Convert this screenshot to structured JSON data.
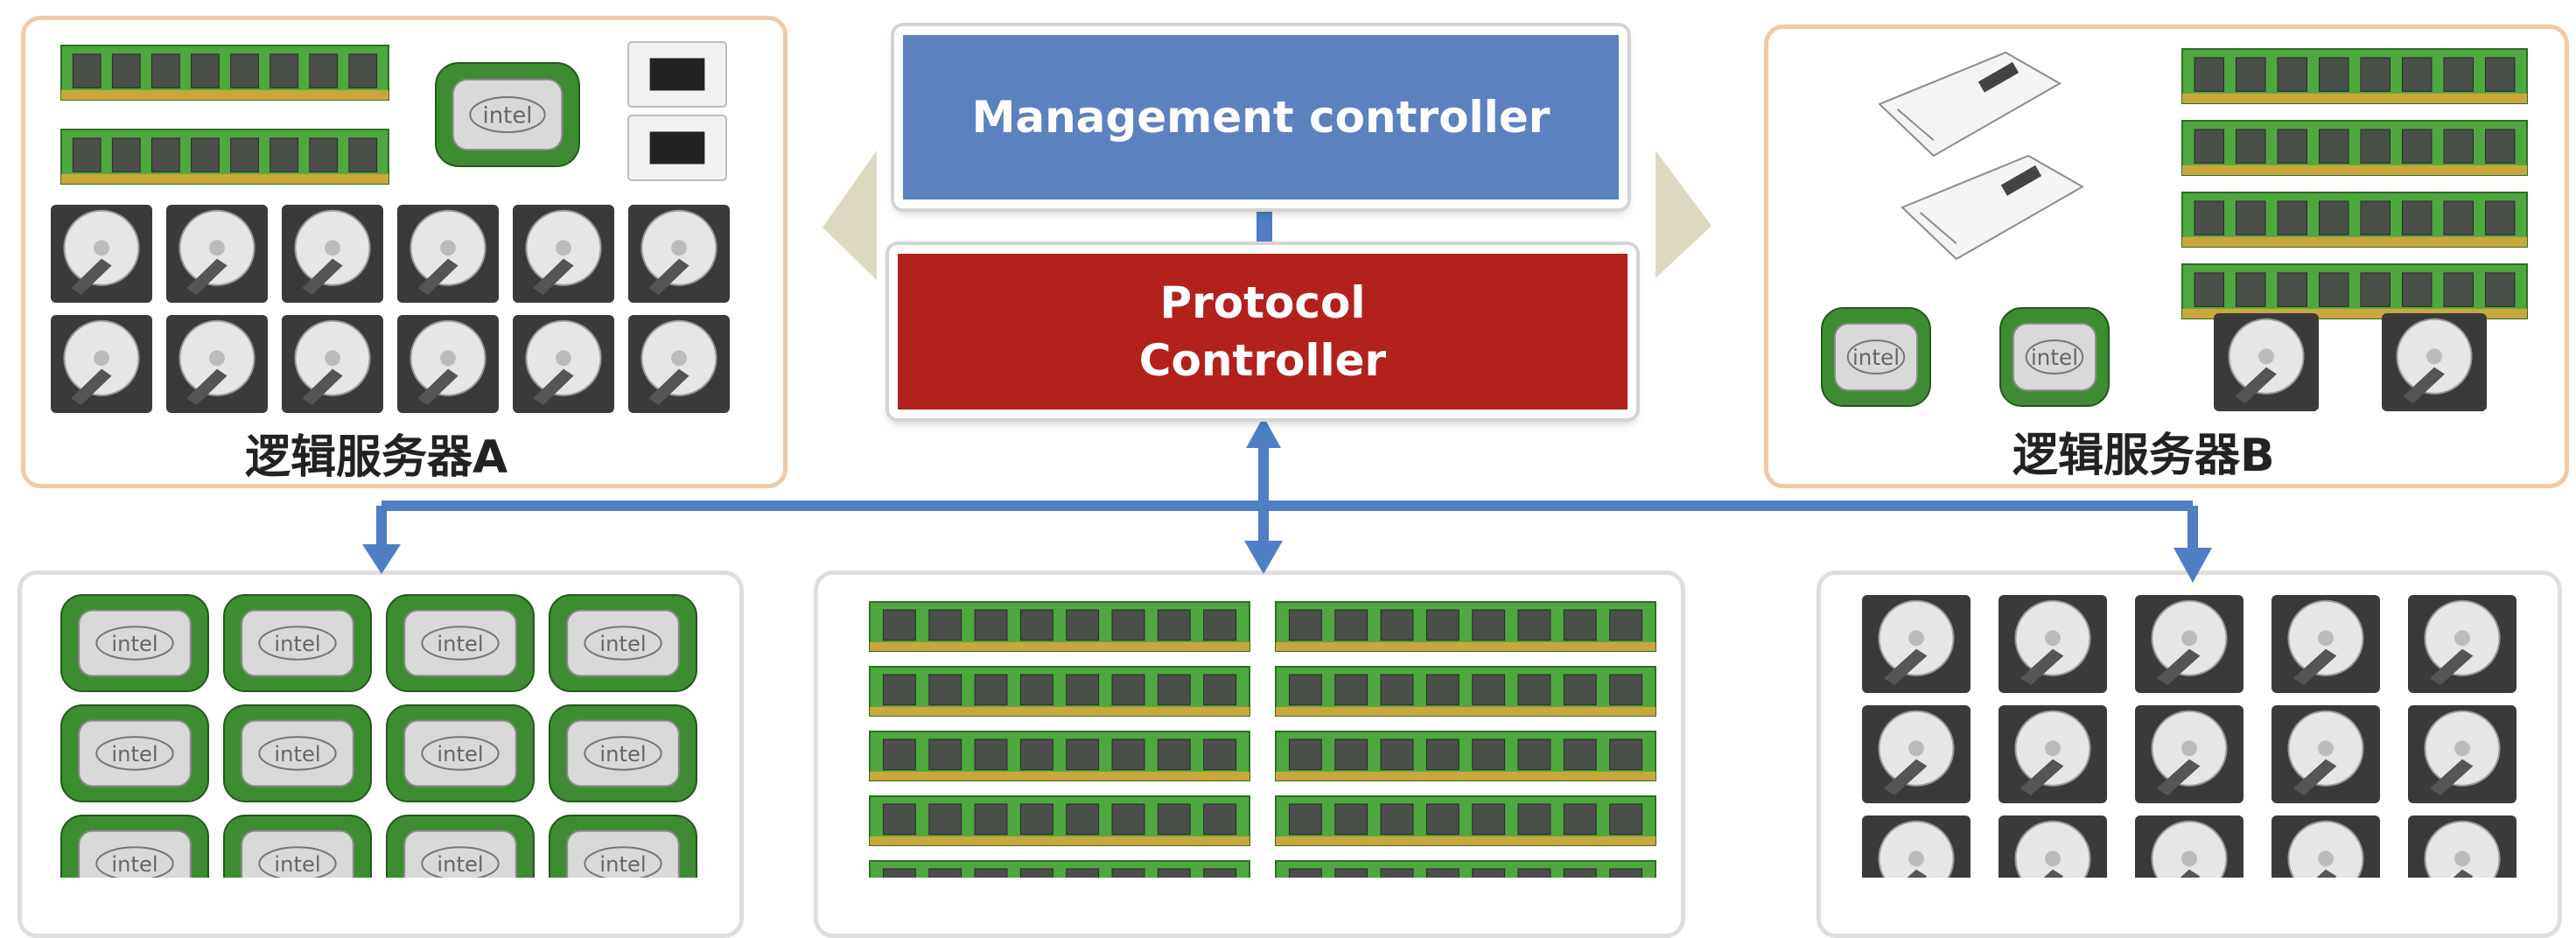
{
  "controllers": {
    "management_label": "Management controller",
    "protocol_label_line1": "Protocol",
    "protocol_label_line2": "Controller"
  },
  "logical_servers": {
    "a_label": "逻辑服务器A",
    "b_label": "逻辑服务器B"
  },
  "component_text": {
    "cpu_brand": "intel"
  },
  "colors": {
    "management_fill": "#5c81bf",
    "protocol_fill": "#b3211d",
    "connector": "#4f7ec4",
    "panel_orange_border": "#efc9a8",
    "panel_gray_border": "#dedede",
    "ram_green": "#4ea83f",
    "cpu_green": "#3e8c32"
  }
}
